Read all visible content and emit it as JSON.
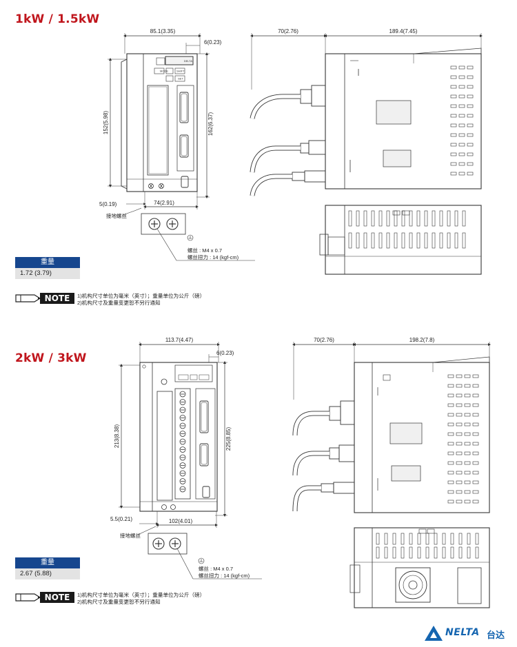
{
  "section1": {
    "title": "1kW / 1.5kW",
    "front": {
      "width_dim": "85.1(3.35)",
      "top_dim": "6(0.23)",
      "height_left": "152(5.98)",
      "height_right": "162(6.37)",
      "bottom_left": "5(0.19)",
      "bottom_width": "74(2.91)",
      "ground_label": "接地螺丝"
    },
    "side": {
      "dim_left": "70(2.76)",
      "dim_right": "189.4(7.45)"
    },
    "screw": {
      "line1": "螺丝 : M4 x 0.7",
      "line2": "螺丝扭力 : 14 (kgf-cm)"
    },
    "weight": {
      "header": "重量",
      "value": "1.72 (3.79)"
    },
    "note": {
      "badge": "NOTE",
      "line1": "1)机构尺寸单位为毫米（英寸）；重量单位为公斤（磅）",
      "line2": "2)机构尺寸及重量变更恕不另行通知"
    }
  },
  "section2": {
    "title": "2kW / 3kW",
    "front": {
      "width_dim": "113.7(4.47)",
      "top_dim": "6(0.23)",
      "height_left": "213(8.38)",
      "height_right": "225(8.85)",
      "bottom_left": "5.5(0.21)",
      "bottom_width": "102(4.01)",
      "ground_label": "接地螺丝"
    },
    "side": {
      "dim_left": "70(2.76)",
      "dim_right": "198.2(7.8)"
    },
    "screw": {
      "line1": "螺丝 : M4 x 0.7",
      "line2": "螺丝扭力 : 14 (kgf-cm)"
    },
    "weight": {
      "header": "重量",
      "value": "2.67 (5.88)"
    },
    "note": {
      "badge": "NOTE",
      "line1": "1)机构尺寸单位为毫米（英寸）；重量单位为公斤（磅）",
      "line2": "2)机构尺寸及重量变更恕不另行通知"
    }
  },
  "brand": {
    "name": "NELTA",
    "name_cn": "台达",
    "color": "#1565b0"
  },
  "colors": {
    "title_red": "#c0161d",
    "table_blue": "#16468e"
  }
}
